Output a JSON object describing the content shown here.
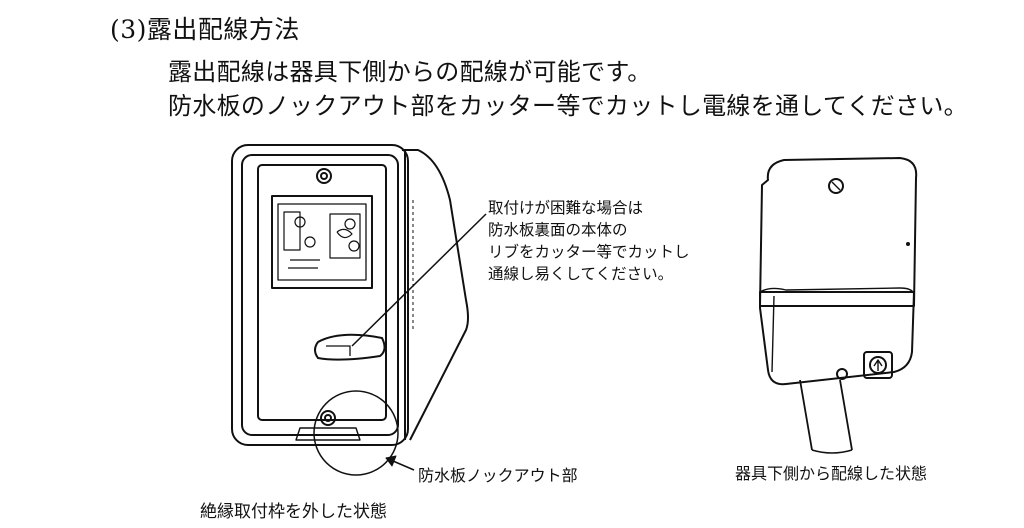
{
  "heading": "(3)露出配線方法",
  "paragraph": [
    "露出配線は器具下側からの配線が可能です。",
    "防水板のノックアウト部をカッター等でカットし電線を通してください。"
  ],
  "note": [
    "取付けが困難な場合は",
    "防水板裏面の本体の",
    "リブをカッター等でカットし",
    "通線し易くしてください。"
  ],
  "callout_label": "防水板ノックアウト部",
  "caption_left": "絶縁取付枠を外した状態",
  "caption_right": "器具下側から配線した状態",
  "icons": [
    "left-device-illustration",
    "right-device-illustration",
    "callout-arrow"
  ]
}
